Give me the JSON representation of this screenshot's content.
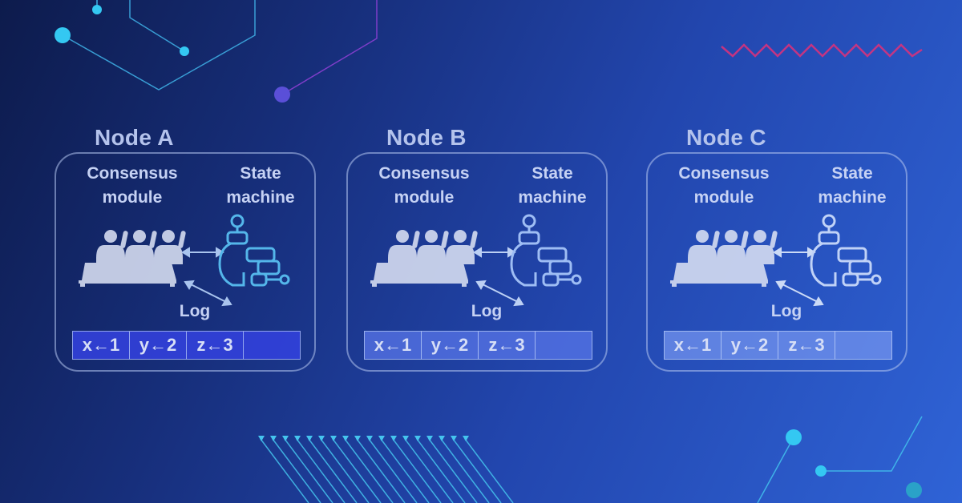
{
  "nodes": [
    {
      "title": "Node A",
      "consensus_label_line1": "Consensus",
      "consensus_label_line2": "module",
      "state_label_line1": "State",
      "state_label_line2": "machine",
      "log_label": "Log",
      "log_entries": [
        "x←1",
        "y←2",
        "z←3",
        ""
      ]
    },
    {
      "title": "Node B",
      "consensus_label_line1": "Consensus",
      "consensus_label_line2": "module",
      "state_label_line1": "State",
      "state_label_line2": "machine",
      "log_label": "Log",
      "log_entries": [
        "x←1",
        "y←2",
        "z←3",
        ""
      ]
    },
    {
      "title": "Node C",
      "consensus_label_line1": "Consensus",
      "consensus_label_line2": "module",
      "state_label_line1": "State",
      "state_label_line2": "machine",
      "log_label": "Log",
      "log_entries": [
        "x←1",
        "y←2",
        "z←3",
        ""
      ]
    }
  ],
  "icons": {
    "consensus": "voting-committee-icon",
    "state_machine": "state-machine-icon",
    "link": "double-arrow-icon"
  },
  "colors": {
    "state_machine_a": "#54b6ea",
    "state_machine_b": "#9ebdf4",
    "state_machine_c": "#c0d2f7",
    "committee": "#d9e0f3"
  }
}
